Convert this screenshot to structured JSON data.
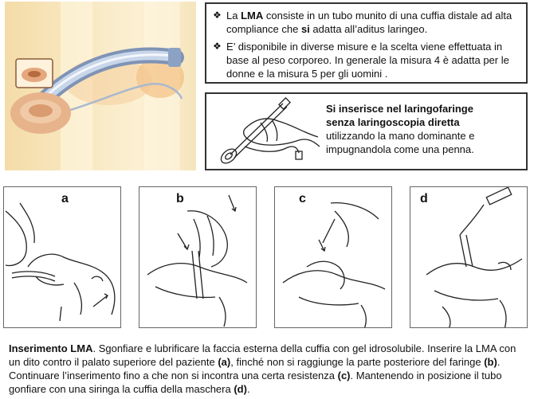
{
  "info": {
    "bullet_icon": "diamond-star-icon",
    "bullet1": {
      "prefix": "La ",
      "strong": "LMA",
      "middle": " consiste in un tubo munito di una cuffia distale ad alta compliance che ",
      "strong2": "si",
      "suffix": " adatta all’aditus laringeo."
    },
    "bullet2": "E’ disponibile in diverse misure e la scelta viene effettuata in base al peso corporeo. In generale la misura 4 è adatta per le donne e la misura 5 per gli uomini ."
  },
  "insertion": {
    "bold_line1": "Si inserisce nel laringofaringe",
    "bold_line2": "senza laringoscopia diretta",
    "rest": "utilizzando la mano dominante e impugnandola come una penna."
  },
  "steps": [
    {
      "letter": "a"
    },
    {
      "letter": "b"
    },
    {
      "letter": "c"
    },
    {
      "letter": "d"
    }
  ],
  "caption": {
    "title": "Inserimento LMA",
    "t1": ". Sgonfiare e lubrificare la faccia esterna della cuffia con gel idrosolubile. Inserire la LMA con un dito contro il palato superiore del paziente ",
    "a": "(a)",
    "t2": ", finché non si raggiunge la parte posteriore del faringe ",
    "b": "(b)",
    "t3": ". Continuare l’inserimento fino a che non si incontra una certa resistenza ",
    "c": "(c)",
    "t4": ". Mantenendo in posizione il tubo gonfiare con una siringa la cuffia della maschera ",
    "d": "(d)",
    "t5": "."
  },
  "colors": {
    "photo_bg": "#f6e5bd",
    "tube_blue": "#9fb6d6",
    "cuff": "#e8b48a",
    "border": "#333333"
  }
}
